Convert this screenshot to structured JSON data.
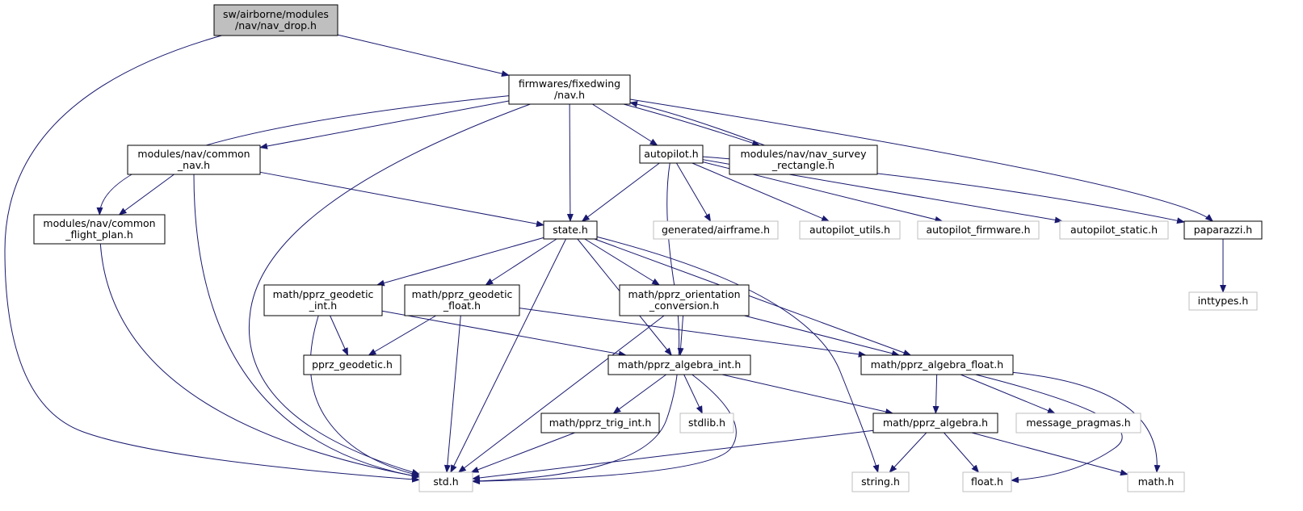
{
  "colors": {
    "edge": "#191970",
    "node_border": "#000000",
    "external_border": "#bfbfbf",
    "root_fill": "#bfbfbf",
    "node_fill": "#ffffff"
  },
  "nodes": [
    {
      "id": "nav_drop",
      "kind": "root",
      "lines": [
        "sw/airborne/modules",
        "/nav/nav_drop.h"
      ]
    },
    {
      "id": "fw_nav",
      "kind": "normal",
      "lines": [
        "firmwares/fixedwing",
        "/nav.h"
      ]
    },
    {
      "id": "common_nav",
      "kind": "normal",
      "lines": [
        "modules/nav/common",
        "_nav.h"
      ]
    },
    {
      "id": "autopilot",
      "kind": "normal",
      "lines": [
        "autopilot.h"
      ]
    },
    {
      "id": "survey_rect",
      "kind": "normal",
      "lines": [
        "modules/nav/nav_survey",
        "_rectangle.h"
      ]
    },
    {
      "id": "common_fp",
      "kind": "normal",
      "lines": [
        "modules/nav/common",
        "_flight_plan.h"
      ]
    },
    {
      "id": "state",
      "kind": "normal",
      "lines": [
        "state.h"
      ]
    },
    {
      "id": "gen_airframe",
      "kind": "external",
      "lines": [
        "generated/airframe.h"
      ]
    },
    {
      "id": "ap_utils",
      "kind": "external",
      "lines": [
        "autopilot_utils.h"
      ]
    },
    {
      "id": "ap_firmware",
      "kind": "external",
      "lines": [
        "autopilot_firmware.h"
      ]
    },
    {
      "id": "ap_static",
      "kind": "external",
      "lines": [
        "autopilot_static.h"
      ]
    },
    {
      "id": "paparazzi",
      "kind": "normal",
      "lines": [
        "paparazzi.h"
      ]
    },
    {
      "id": "inttypes",
      "kind": "external",
      "lines": [
        "inttypes.h"
      ]
    },
    {
      "id": "geo_int",
      "kind": "normal",
      "lines": [
        "math/pprz_geodetic",
        "_int.h"
      ]
    },
    {
      "id": "geo_float",
      "kind": "normal",
      "lines": [
        "math/pprz_geodetic",
        "_float.h"
      ]
    },
    {
      "id": "orient",
      "kind": "normal",
      "lines": [
        "math/pprz_orientation",
        "_conversion.h"
      ]
    },
    {
      "id": "pprz_geodetic",
      "kind": "normal",
      "lines": [
        "pprz_geodetic.h"
      ]
    },
    {
      "id": "alg_int",
      "kind": "normal",
      "lines": [
        "math/pprz_algebra_int.h"
      ]
    },
    {
      "id": "alg_float",
      "kind": "normal",
      "lines": [
        "math/pprz_algebra_float.h"
      ]
    },
    {
      "id": "trig_int",
      "kind": "normal",
      "lines": [
        "math/pprz_trig_int.h"
      ]
    },
    {
      "id": "stdlib",
      "kind": "external",
      "lines": [
        "stdlib.h"
      ]
    },
    {
      "id": "pprz_algebra",
      "kind": "normal",
      "lines": [
        "math/pprz_algebra.h"
      ]
    },
    {
      "id": "msg_pragmas",
      "kind": "external",
      "lines": [
        "message_pragmas.h"
      ]
    },
    {
      "id": "std",
      "kind": "external",
      "lines": [
        "std.h"
      ]
    },
    {
      "id": "string",
      "kind": "external",
      "lines": [
        "string.h"
      ]
    },
    {
      "id": "float",
      "kind": "external",
      "lines": [
        "float.h"
      ]
    },
    {
      "id": "math",
      "kind": "external",
      "lines": [
        "math.h"
      ]
    }
  ],
  "edges": [
    [
      "nav_drop",
      "fw_nav"
    ],
    [
      "nav_drop",
      "std"
    ],
    [
      "fw_nav",
      "common_nav"
    ],
    [
      "fw_nav",
      "common_fp"
    ],
    [
      "fw_nav",
      "std"
    ],
    [
      "fw_nav",
      "state"
    ],
    [
      "fw_nav",
      "autopilot"
    ],
    [
      "fw_nav",
      "survey_rect"
    ],
    [
      "fw_nav",
      "paparazzi"
    ],
    [
      "survey_rect",
      "fw_nav"
    ],
    [
      "common_nav",
      "common_fp"
    ],
    [
      "common_nav",
      "std"
    ],
    [
      "common_nav",
      "state"
    ],
    [
      "common_fp",
      "std"
    ],
    [
      "autopilot",
      "state"
    ],
    [
      "autopilot",
      "gen_airframe"
    ],
    [
      "autopilot",
      "ap_utils"
    ],
    [
      "autopilot",
      "ap_firmware"
    ],
    [
      "autopilot",
      "ap_static"
    ],
    [
      "autopilot",
      "paparazzi"
    ],
    [
      "autopilot",
      "std"
    ],
    [
      "paparazzi",
      "inttypes"
    ],
    [
      "state",
      "geo_int"
    ],
    [
      "state",
      "geo_float"
    ],
    [
      "state",
      "orient"
    ],
    [
      "state",
      "alg_int"
    ],
    [
      "state",
      "alg_float"
    ],
    [
      "state",
      "std"
    ],
    [
      "state",
      "string"
    ],
    [
      "geo_int",
      "pprz_geodetic"
    ],
    [
      "geo_int",
      "alg_int"
    ],
    [
      "geo_int",
      "std"
    ],
    [
      "geo_float",
      "pprz_geodetic"
    ],
    [
      "geo_float",
      "alg_float"
    ],
    [
      "geo_float",
      "std"
    ],
    [
      "orient",
      "alg_int"
    ],
    [
      "orient",
      "alg_float"
    ],
    [
      "orient",
      "std"
    ],
    [
      "alg_int",
      "trig_int"
    ],
    [
      "alg_int",
      "stdlib"
    ],
    [
      "alg_int",
      "pprz_algebra"
    ],
    [
      "alg_int",
      "std"
    ],
    [
      "alg_float",
      "pprz_algebra"
    ],
    [
      "alg_float",
      "msg_pragmas"
    ],
    [
      "alg_float",
      "float"
    ],
    [
      "alg_float",
      "math"
    ],
    [
      "trig_int",
      "std"
    ],
    [
      "pprz_algebra",
      "std"
    ],
    [
      "pprz_algebra",
      "string"
    ],
    [
      "pprz_algebra",
      "float"
    ],
    [
      "pprz_algebra",
      "math"
    ]
  ]
}
